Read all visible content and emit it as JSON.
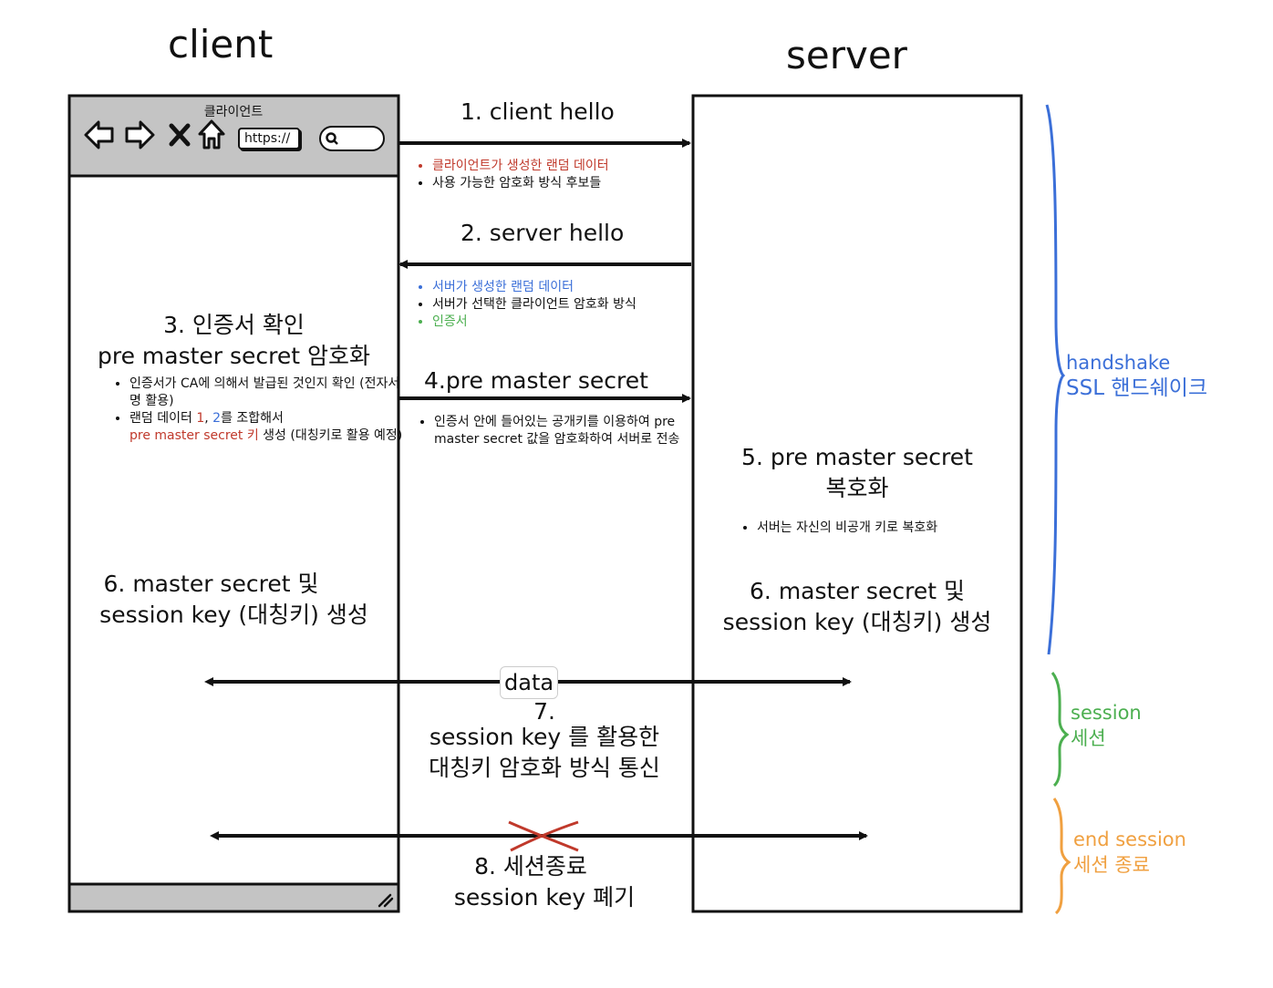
{
  "headers": {
    "client": "client",
    "server": "server"
  },
  "browser": {
    "title": "클라이언트",
    "url_text": "https://"
  },
  "steps": {
    "s1": {
      "title": "1. client hello",
      "notes": [
        "클라이언트가 생성한 랜덤 데이터",
        "사용 가능한 암호화 방식 후보들"
      ]
    },
    "s2": {
      "title": "2. server hello",
      "notes": [
        "서버가 생성한 랜덤 데이터",
        "서버가 선택한 클라이언트 암호화 방식",
        "인증서"
      ]
    },
    "s3": {
      "title_line1": "3. 인증서 확인",
      "title_line2": "pre master secret 암호화",
      "note1": "인증서가 CA에 의해서 발급된 것인지 확인 (전자서명 활용)",
      "note2_prefix": "랜덤 데이터 ",
      "note2_n1": "1",
      "note2_comma": ", ",
      "note2_n2": "2",
      "note2_suffix": "를 조합해서",
      "note2_highlight": "pre master secret 키",
      "note2_rest": " 생성 (대칭키로 활용 예정)"
    },
    "s4": {
      "title": "4.pre master secret",
      "notes": [
        "인증서 안에 들어있는 공개키를 이용하여 pre master secret 값을 암호화하여 서버로 전송"
      ]
    },
    "s5": {
      "title_line1": "5. pre master secret",
      "title_line2": "복호화",
      "notes": [
        "서버는 자신의 비공개 키로 복호화"
      ]
    },
    "s6_client": {
      "line1": "6. master secret 및",
      "line2": "session key (대칭키) 생성"
    },
    "s6_server": {
      "line1": "6. master secret 및",
      "line2": "session key (대칭키) 생성"
    },
    "data_label": "data",
    "s7": {
      "line1": "7.",
      "line2": "session key 를 활용한",
      "line3": "대칭키 암호화 방식 통신"
    },
    "s8": {
      "line1": "8. 세션종료",
      "line2": "session key 폐기"
    }
  },
  "brackets": {
    "handshake": {
      "line1": "handshake",
      "line2": "SSL 핸드쉐이크",
      "color": "#3b6fd8"
    },
    "session": {
      "line1": "session",
      "line2": "세션",
      "color": "#4caf50"
    },
    "end_session": {
      "line1": "end session",
      "line2": "세션 종료",
      "color": "#f0a040"
    }
  },
  "colors": {
    "red": "#c0392b",
    "blue": "#3b6fd8",
    "green": "#4caf50",
    "orange": "#f0a040",
    "browser_bar": "#c4c4c4"
  }
}
